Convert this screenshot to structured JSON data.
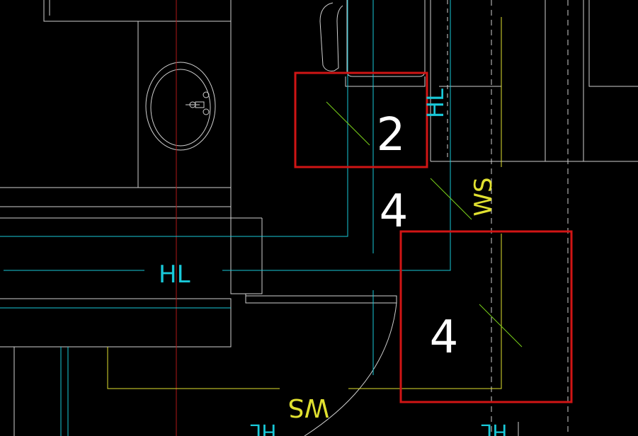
{
  "drawing": {
    "background_color": "#000000",
    "colors": {
      "wall": "#d0d0d0",
      "pipe_hl": "#19c8d8",
      "pipe_ws": "#e0e030",
      "axis": "#b01818",
      "marker": "#d01515",
      "leader": "#7ad01a",
      "label": "#ffffff"
    },
    "pipe_labels": {
      "hl_horizontal": "HL",
      "hl_vertical": "HL",
      "ws_horizontal": "WS",
      "ws_vertical": "WS",
      "bottom_partial_left": "HL",
      "bottom_partial_right": "HL"
    },
    "tags": {
      "marker_upper_number": "2",
      "middle_number": "4",
      "marker_lower_number": "4"
    },
    "icons": {
      "washbasin": "washbasin-icon",
      "chair": "chair-icon",
      "door_swing": "door-swing-arc"
    }
  }
}
